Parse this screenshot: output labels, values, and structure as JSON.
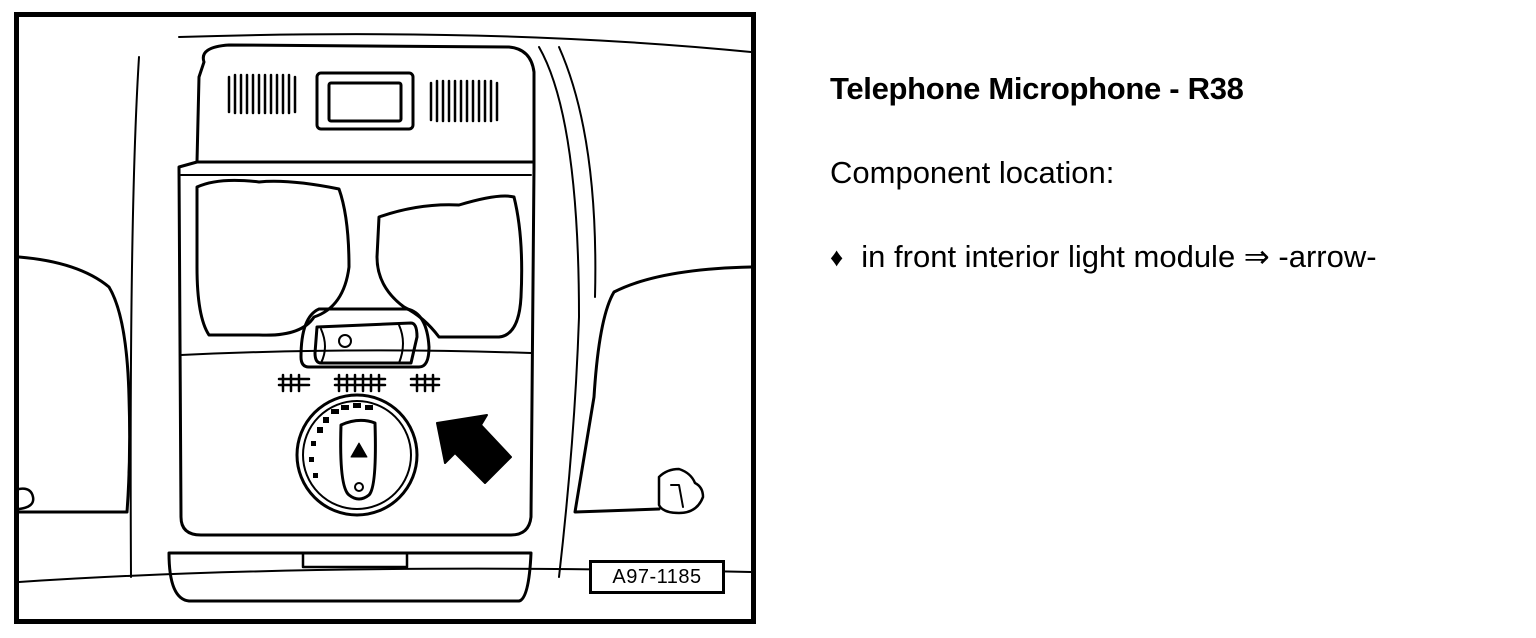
{
  "figure": {
    "id_label": "A97-1185"
  },
  "info": {
    "heading": "Telephone Microphone - R38",
    "location_label": "Component location:",
    "bullet_glyph": "♦",
    "bullet_text": "in front interior light module ⇒ -arrow-"
  }
}
